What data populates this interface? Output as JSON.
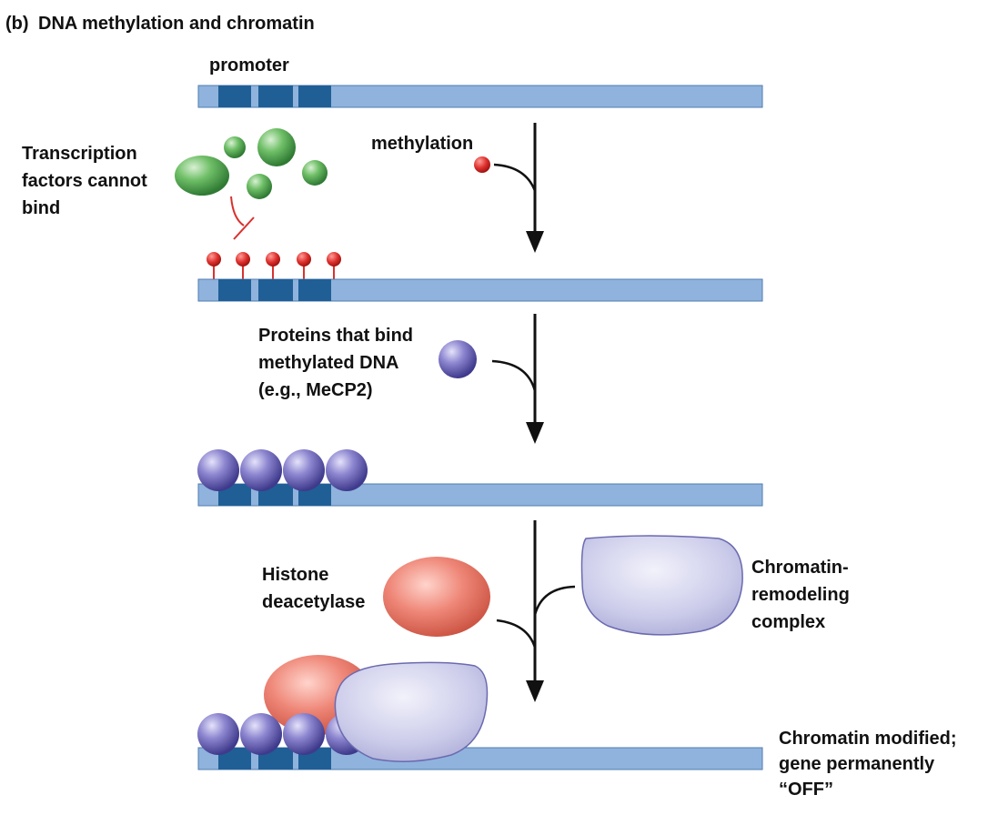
{
  "title": {
    "letter": "(b)",
    "text": "DNA methylation and chromatin"
  },
  "labels": {
    "promoter": "promoter",
    "methylation": "methylation",
    "transcription_factors": [
      "Transcription",
      "factors cannot",
      "bind"
    ],
    "methyl_binding_proteins": [
      "Proteins that bind",
      "methylated DNA",
      "(e.g., MeCP2)"
    ],
    "histone_deacetylase": [
      "Histone",
      "deacetylase"
    ],
    "chromatin_remodeling": [
      "Chromatin-",
      "remodeling",
      "complex"
    ],
    "outcome": [
      "Chromatin modified;",
      "gene permanently",
      "“OFF”"
    ]
  },
  "colors": {
    "dna_strand": "#8fb3dd",
    "promoter_block": "#1f5f96",
    "transcription_factor": "#5ea85a",
    "methyl_group": "#d8322f",
    "mecp2_protein": "#7a73be",
    "histone_deacetylase": "#ea7a6c",
    "remodeling_complex": "#c9c9e8",
    "arrow": "#111111"
  },
  "icons": {
    "methyl_group": "red-lollipop-circle",
    "transcription_factor": "green-sphere",
    "mecp2": "purple-sphere",
    "inhibition": "red-t-bar"
  }
}
